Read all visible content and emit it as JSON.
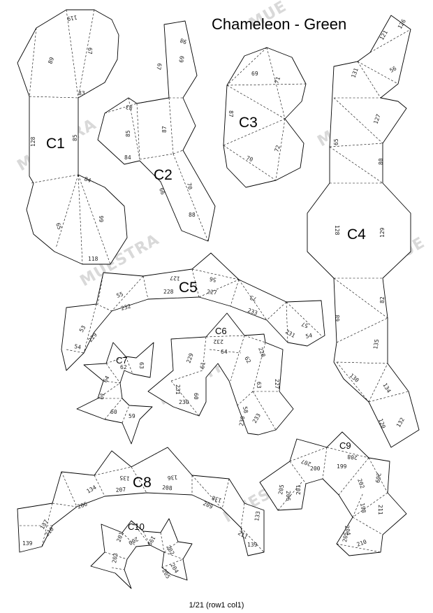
{
  "title": "Chameleon - Green",
  "footer": "1/21 (row1 col1)",
  "watermark": "MUESTRA",
  "watermark_short": "MUE",
  "pieces": {
    "c1": "C1",
    "c2": "C2",
    "c3": "C3",
    "c4": "C4",
    "c5": "C5",
    "c6": "C6",
    "c7": "C7",
    "c8": "C8",
    "c9": "C9",
    "c10": "C10"
  },
  "edges": {
    "c1": [
      "119",
      "67",
      "89",
      "83",
      "128",
      "85",
      "84",
      "65",
      "66",
      "118"
    ],
    "c2": [
      "98",
      "69",
      "67",
      "83",
      "85",
      "84",
      "87",
      "66",
      "70",
      "88"
    ],
    "c3": [
      "69",
      "71",
      "87",
      "72",
      "70"
    ],
    "c4": [
      "126",
      "121",
      "131",
      "56",
      "127",
      "65",
      "80",
      "128",
      "129",
      "82",
      "68",
      "135",
      "130",
      "134",
      "120",
      "132"
    ],
    "c5": [
      "127",
      "55",
      "228",
      "56",
      "227",
      "232",
      "73",
      "233",
      "53",
      "57",
      "229",
      "231",
      "54",
      "54"
    ],
    "c6": [
      "232",
      "64",
      "229",
      "228",
      "61",
      "62",
      "231",
      "60",
      "63",
      "227",
      "230",
      "58",
      "233",
      "230"
    ],
    "c7": [
      "62",
      "63",
      "64",
      "61",
      "60",
      "59"
    ],
    "c8": [
      "135",
      "136",
      "207",
      "208",
      "134",
      "206",
      "138",
      "209",
      "137",
      "210",
      "211",
      "139",
      "133",
      "139"
    ],
    "c9": [
      "208",
      "207",
      "200",
      "199",
      "209",
      "206",
      "205",
      "201",
      "202",
      "198",
      "211",
      "204",
      "210",
      "205"
    ],
    "c10": [
      "201",
      "200",
      "199",
      "202",
      "203",
      "204",
      "205"
    ]
  }
}
